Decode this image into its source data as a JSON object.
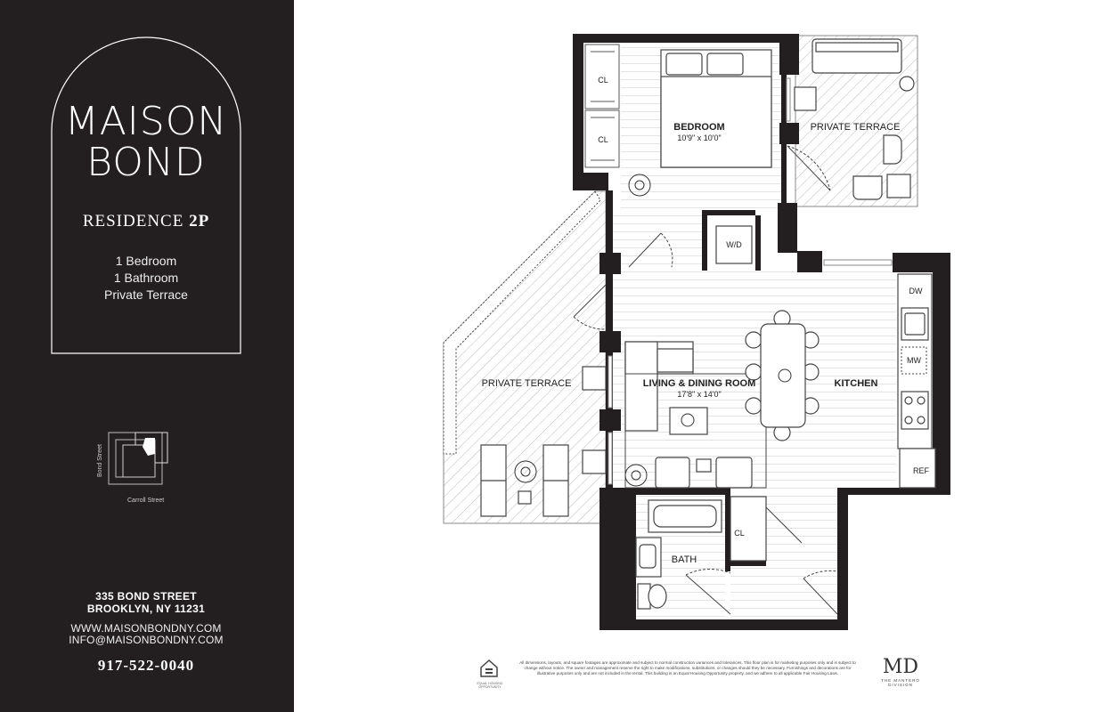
{
  "brand": {
    "line1": "MAISON",
    "line2": "BOND"
  },
  "residence": {
    "prefix": "RESIDENCE",
    "unit": "2P"
  },
  "features": [
    "1 Bedroom",
    "1 Bathroom",
    "Private Terrace"
  ],
  "keyplan": {
    "street_vertical": "Bond Street",
    "street_horizontal": "Carroll Street"
  },
  "address": {
    "line1": "335 BOND STREET",
    "line2": "BROOKLYN, NY 11231"
  },
  "contact": {
    "website": "WWW.MAISONBONDNY.COM",
    "email": "INFO@MAISONBONDNY.COM",
    "phone": "917-522-0040"
  },
  "rooms": {
    "bedroom": {
      "name": "BEDROOM",
      "dims": "10'9\" x 10'0\""
    },
    "terrace_upper": {
      "name": "PRIVATE TERRACE"
    },
    "terrace_left": {
      "name": "PRIVATE TERRACE"
    },
    "living": {
      "name": "LIVING & DINING ROOM",
      "dims": "17'8\" x 14'0\""
    },
    "kitchen": {
      "name": "KITCHEN"
    },
    "bath": {
      "name": "BATH"
    }
  },
  "fixtures": {
    "closet": "CL",
    "washer_dryer": "W/D",
    "dishwasher": "DW",
    "microwave": "MW",
    "refrigerator": "REF"
  },
  "footer": {
    "disclaimer": "All dimensions, layouts, and square footages are approximate and subject to normal construction variances and tolerances. This floor plan is for marketing purposes only and is subject to change without notice. The owner and management reserve the right to make modifications, substitutions, or changes should they be necessary. Furnishings and decorations are for illustrative purposes only and are not included in the rental. This building is an Equal Housing Opportunity property, and we adhere to all applicable Fair Housing Laws.",
    "eho_label": "EQUAL HOUSING OPPORTUNITY",
    "developer_monogram": "MD",
    "developer_name": "THE MANTERO DIVISION"
  },
  "colors": {
    "sidebar": "#231f20",
    "wall": "#231f20",
    "hatch": "#bbbbbb",
    "floor_line": "#cfcfcf"
  }
}
